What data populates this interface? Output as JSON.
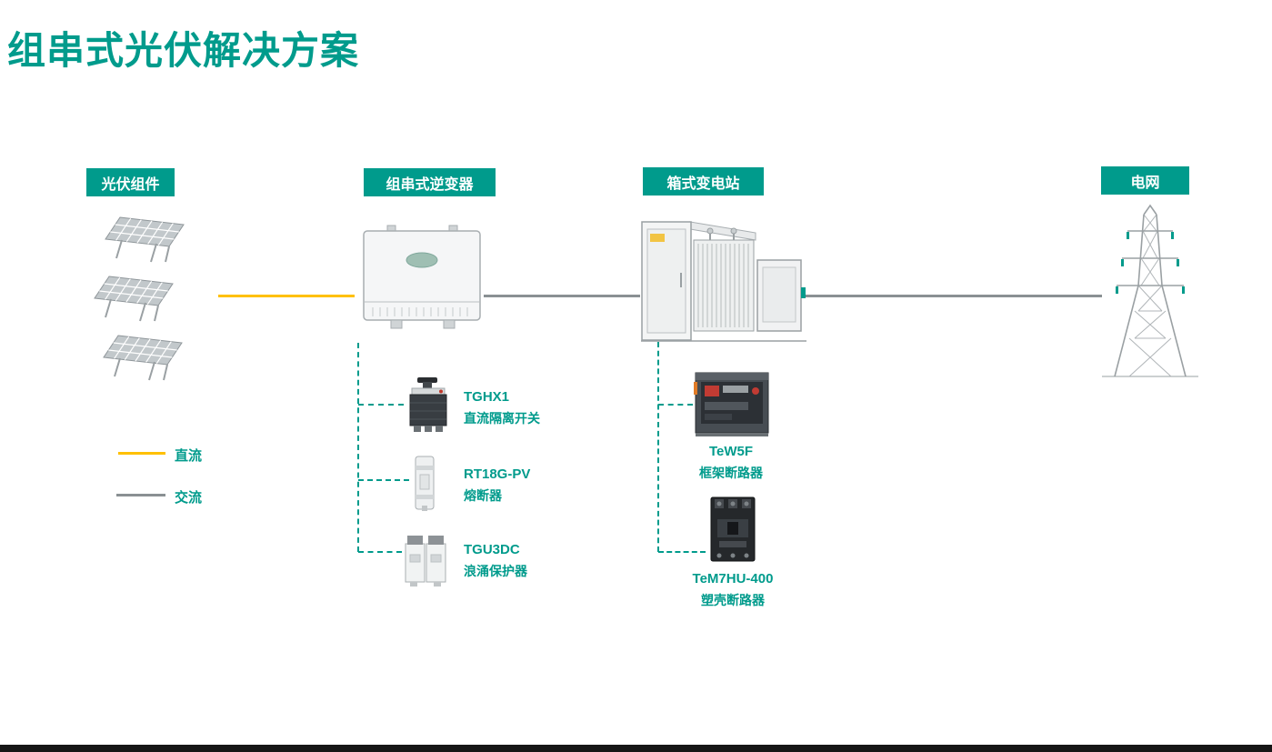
{
  "title": "组串式光伏解决方案",
  "colors": {
    "accent_teal": "#009B8C",
    "dc_yellow": "#FFC000",
    "ac_gray": "#8A9093"
  },
  "stages": [
    {
      "label": "光伏组件"
    },
    {
      "label": "组串式逆变器"
    },
    {
      "label": "箱式变电站"
    },
    {
      "label": "电网"
    }
  ],
  "legend": {
    "dc": {
      "label": "直流",
      "color": "#FFC000"
    },
    "ac": {
      "label": "交流",
      "color": "#8A9093"
    }
  },
  "inverter_products": [
    {
      "model": "TGHX1",
      "name": "直流隔离开关"
    },
    {
      "model": "RT18G-PV",
      "name": "熔断器"
    },
    {
      "model": "TGU3DC",
      "name": "浪涌保护器"
    }
  ],
  "substation_products": [
    {
      "model": "TeW5F",
      "name": "框架断路器"
    },
    {
      "model": "TeM7HU-400",
      "name": "塑壳断路器"
    }
  ]
}
